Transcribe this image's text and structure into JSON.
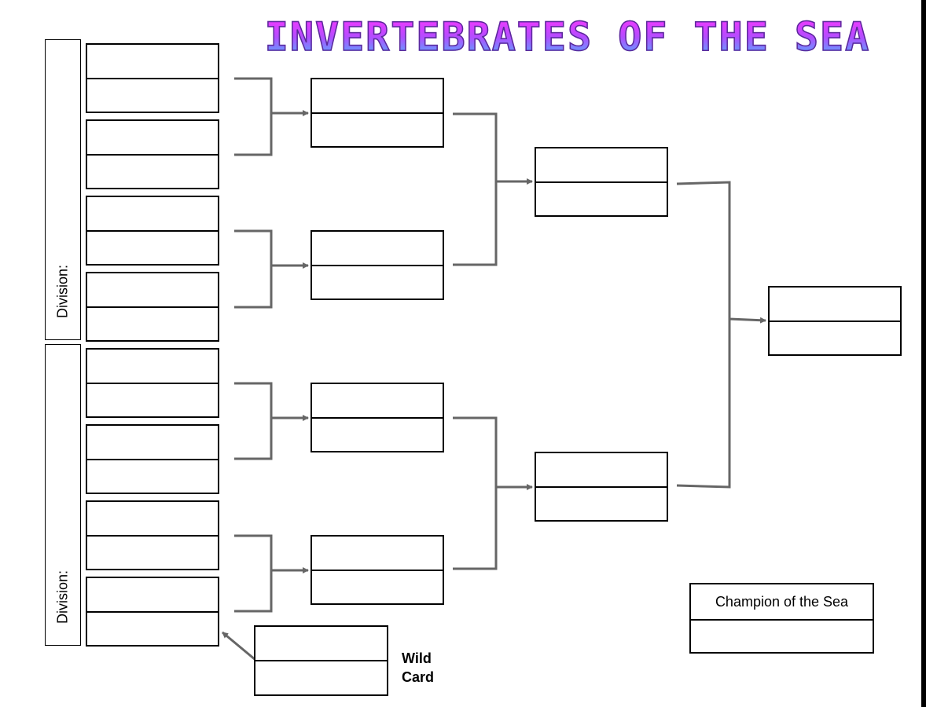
{
  "bracket": {
    "title": "Invertebrates of the Sea",
    "division_label": "Division:",
    "wild_card_label": "Wild Card",
    "champion_label": "Champion of the Sea",
    "line_color": "#666666",
    "title_gradient": [
      "#ff33ff",
      "#b44cff",
      "#3fc0ff"
    ]
  }
}
